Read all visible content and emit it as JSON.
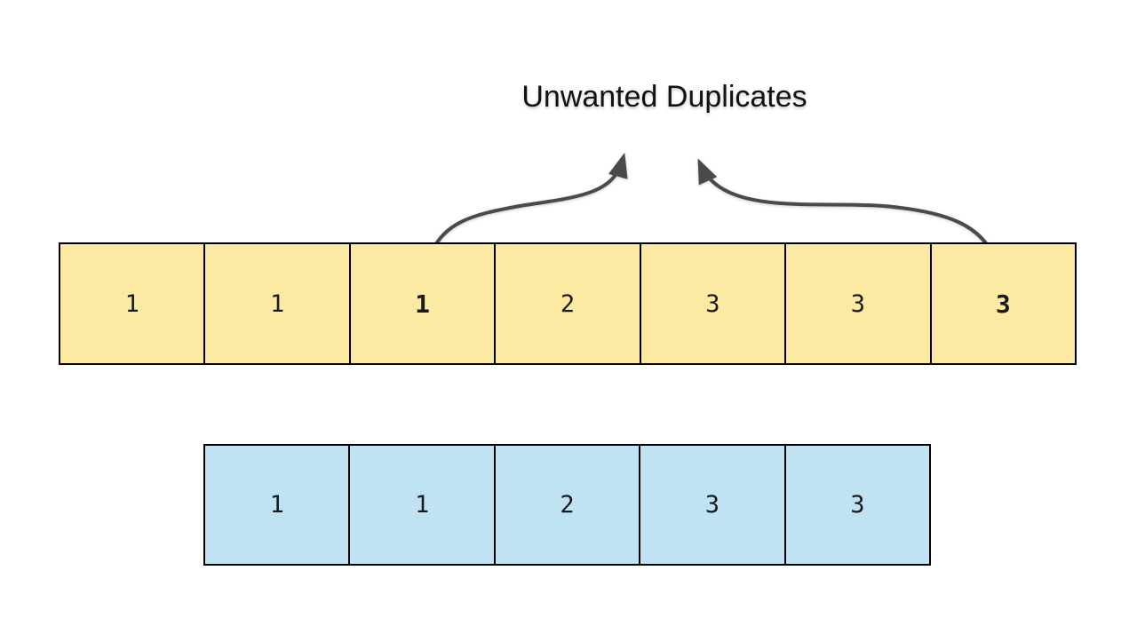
{
  "title": "Unwanted Duplicates",
  "colors": {
    "background": "#ffffff",
    "array-top-fill": "#FCE9A2",
    "array-bottom-fill": "#C0E3F3",
    "array-border": "#000000",
    "number-color": "#1a1a1a",
    "circle-stroke": "#C3282E",
    "arrow-color": "#4a4a4a",
    "title-color": "#121212"
  },
  "top_array": {
    "cells": [
      "1",
      "1",
      "1",
      "2",
      "3",
      "3",
      "3"
    ],
    "circled_indices": [
      2,
      6
    ]
  },
  "bottom_array": {
    "cells": [
      "1",
      "1",
      "2",
      "3",
      "3"
    ]
  },
  "icons": {
    "left_arrow": "curved-arrow-up-icon",
    "right_arrow": "curved-arrow-up-icon",
    "left_circle": "duplicate-highlight-ellipse",
    "right_circle": "duplicate-highlight-ellipse"
  }
}
